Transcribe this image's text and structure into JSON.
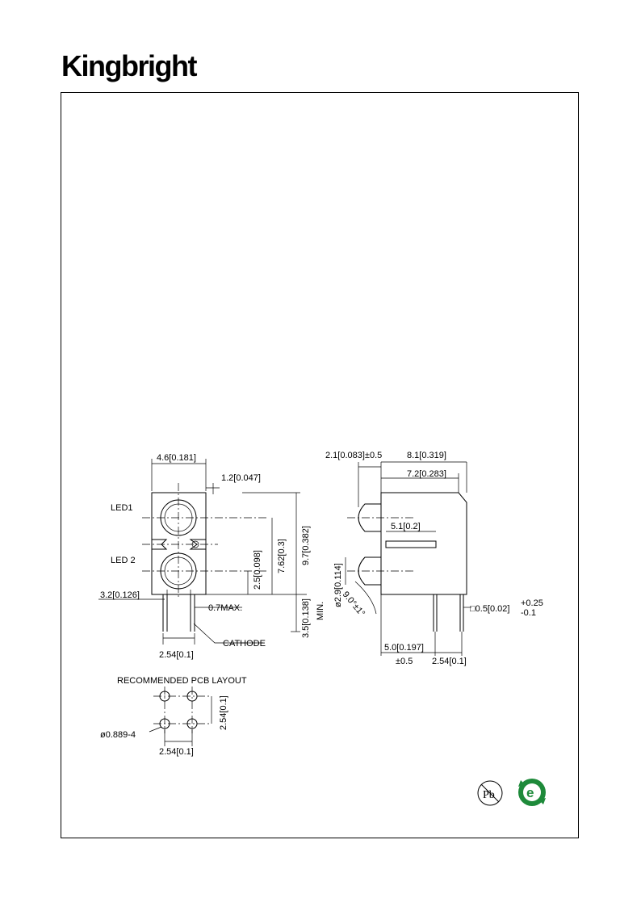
{
  "brand": {
    "name": "Kingbright"
  },
  "front_view": {
    "labels": {
      "led1": "LED1",
      "led2": "LED 2",
      "cathode": "CATHODE"
    },
    "dims": {
      "width": "4.6[0.181]",
      "top_offset": "1.2[0.047]",
      "left_lead": "3.2[0.126]",
      "lead_max": "0.7MAX.",
      "pitch": "2.54[0.1]",
      "d_2_5": "2.5[0.098]",
      "d_7_62": "7.62[0.3]",
      "d_9_7": "9.7[0.382]",
      "d_3_5": "3.5[0.138]",
      "min": "MIN."
    }
  },
  "side_view": {
    "dims": {
      "d_2_1": "2.1[0.083]±0.5",
      "d_8_1": "8.1[0.319]",
      "d_7_2": "7.2[0.283]",
      "d_5_1": "5.1[0.2]",
      "d_2_9": "ø2.9[0.114]",
      "angle": "9.0°±1°",
      "lead_sq": "□0.5[0.02]",
      "tol_plus": "+0.25",
      "tol_minus": "-0.1",
      "d_5_0": "5.0[0.197]",
      "tol_5_0": "±0.5",
      "pitch": "2.54[0.1]"
    }
  },
  "pcb_layout": {
    "title": "RECOMMENDED PCB LAYOUT",
    "hole": "ø0.889-4",
    "pitch_h": "2.54[0.1]",
    "pitch_v": "2.54[0.1]"
  },
  "badges": {
    "pb_free": "Pb",
    "rohs": "e"
  }
}
